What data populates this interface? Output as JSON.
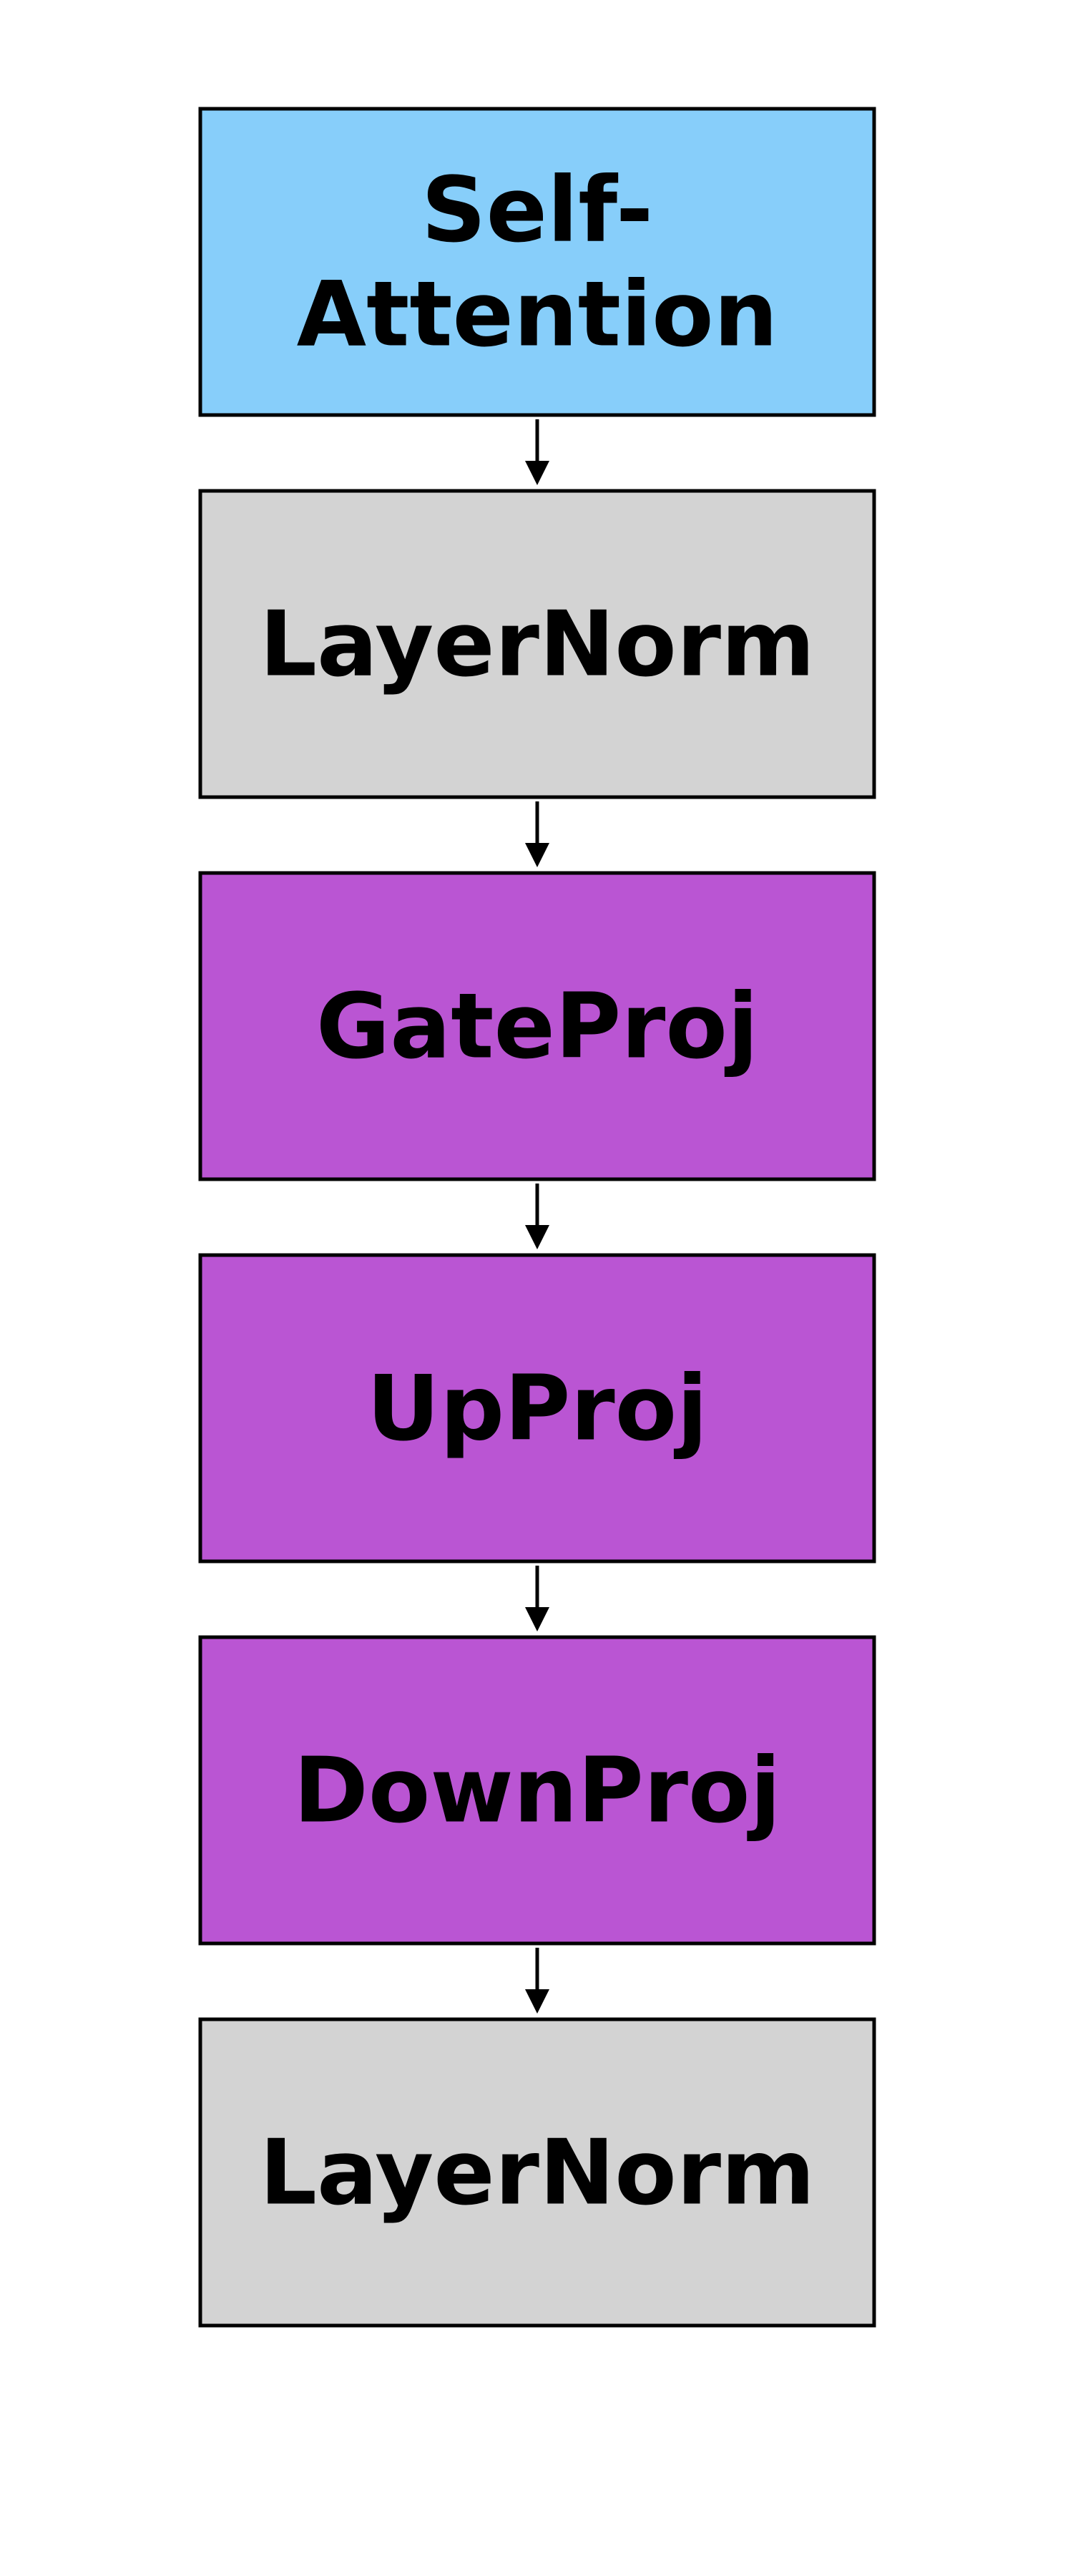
{
  "diagram": {
    "blocks": [
      {
        "lines": [
          "Self-",
          "Attention"
        ],
        "fill": "#87CEFA"
      },
      {
        "lines": [
          "LayerNorm"
        ],
        "fill": "#D3D3D3"
      },
      {
        "lines": [
          "GateProj"
        ],
        "fill": "#BA55D3"
      },
      {
        "lines": [
          "UpProj"
        ],
        "fill": "#BA55D3"
      },
      {
        "lines": [
          "DownProj"
        ],
        "fill": "#BA55D3"
      },
      {
        "lines": [
          "LayerNorm"
        ],
        "fill": "#D3D3D3"
      }
    ],
    "arrow_color": "#000000",
    "border_color": "#000000"
  }
}
